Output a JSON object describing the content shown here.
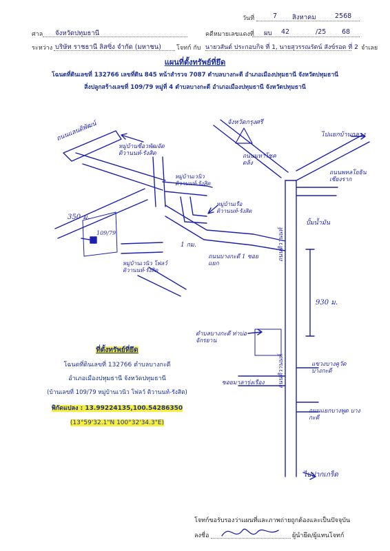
{
  "header": {
    "date_label": "วันที่",
    "date_day": "7",
    "date_month": "สิงหาคม",
    "date_year": "2568",
    "court_label": "ศาล",
    "court_value": "จังหวัดปทุมธานี",
    "case_label": "คดีหมายเลขแดงที่",
    "case_prefix": "ผบ",
    "case_num": "42",
    "case_sep": "/25",
    "case_year": "68",
    "between_label": "ระหว่าง",
    "plaintiff_value": "บริษัท ราชธานี ลิสซิ่ง จำกัด (มหาชน)",
    "plaintiff_label": "โจทก์ กับ",
    "defendant_value": "นายวสันต์  ประกอบกิจ ที่ 1, นายสุวรรณรัตน์  สังข์รอด ที่ 2",
    "defendant_label": "จำเลย"
  },
  "title": "แผนที่ตั้งทรัพย์ที่ยึด",
  "deed_line1": "โฉนดที่ดินเลขที่ 132766 เลขที่ดิน 845 หน้าสำรวจ 7087 ตำบลบางกะดี อำเภอเมืองปทุมธานี จังหวัดปทุมธานี",
  "deed_line2": "สิ่งปลูกสร้างเลขที่ 109/79 หมู่ที่ 4 ตำบลบางกะดี อำเภอเมืองปทุมธานี จังหวัดปทุมธานี",
  "map_labels": {
    "road_top_left": "ถนนแลนดิพัฒน์",
    "village_top": "หมู่บ้านชื่อวพัฒจัด ติวานนท์-รังสิต",
    "village_mid": "หมู่บ้านเวนิว ติวานนท์-รังสิต",
    "village_right": "หมู่บ้านเรือ ติวานนท์-รังสิต",
    "distance_left": "350 ม.",
    "property_mark": "109/79",
    "village_left": "หมู่บ้านเวนิว โฟลว์ ติวานนท์-รังสิต",
    "distance_mid": "1 กม.",
    "road_bang": "ถนนบางกะดี 1 ซอยแยก",
    "junction_top": "จังหวัดกรุงศรี",
    "road_mid_top": "ถนนมหาโชค ตลิ่ง",
    "to_top_right": "ไปแยกบ้านกลาง",
    "road_right": "ถนนพหลโยธิน เชียงราก",
    "gas_station": "ปั้มน้ำมัน",
    "main_road": "ถนนติวานนท์",
    "distance_right": "930 ม.",
    "factory": "ตำบลบางกะดี ท่าบ่อจักรยาน",
    "thai_road_lower": "ถนนติวานนท์",
    "right_lower1": "แขวงบางคูวัด บางกะดี",
    "left_lower": "ซอยมาลารุ่งเรือง",
    "right_lower2": "ถนนแยกบางพูด บางกะดี",
    "to_bottom": "ไปปากเกร็ด"
  },
  "property_box": {
    "title": "ที่ตั้งทรัพย์ที่ยึด",
    "line1": "โฉนดที่ดินเลขที่ 132766 ตำบลบางกะดี",
    "line2": "อำเภอเมืองปทุมธานี จังหวัดปทุมธานี",
    "line3": "(บ้านเลขที่ 109/79 หมู่บ้านเวนิว โฟลว์ ติวานนท์-รังสิต)",
    "coord_label": "พิกัดแปลง : 13.99224135,100.54286350",
    "coord_dms": "(13°59'32.1\"N 100°32'34.3\"E)"
  },
  "footer": {
    "certify": "โจทก์ขอรับรองว่าแผนที่และภาพถ่ายถูกต้องและเป็นปัจจุบัน",
    "sign_label": "ลงชื่อ",
    "signer_label": "ผู้นำยึด/ผู้แทนโจทก์"
  },
  "colors": {
    "ink": "#1b1fb0",
    "highlight": "#f7ee3a",
    "title_blue": "#1b2f9c"
  }
}
